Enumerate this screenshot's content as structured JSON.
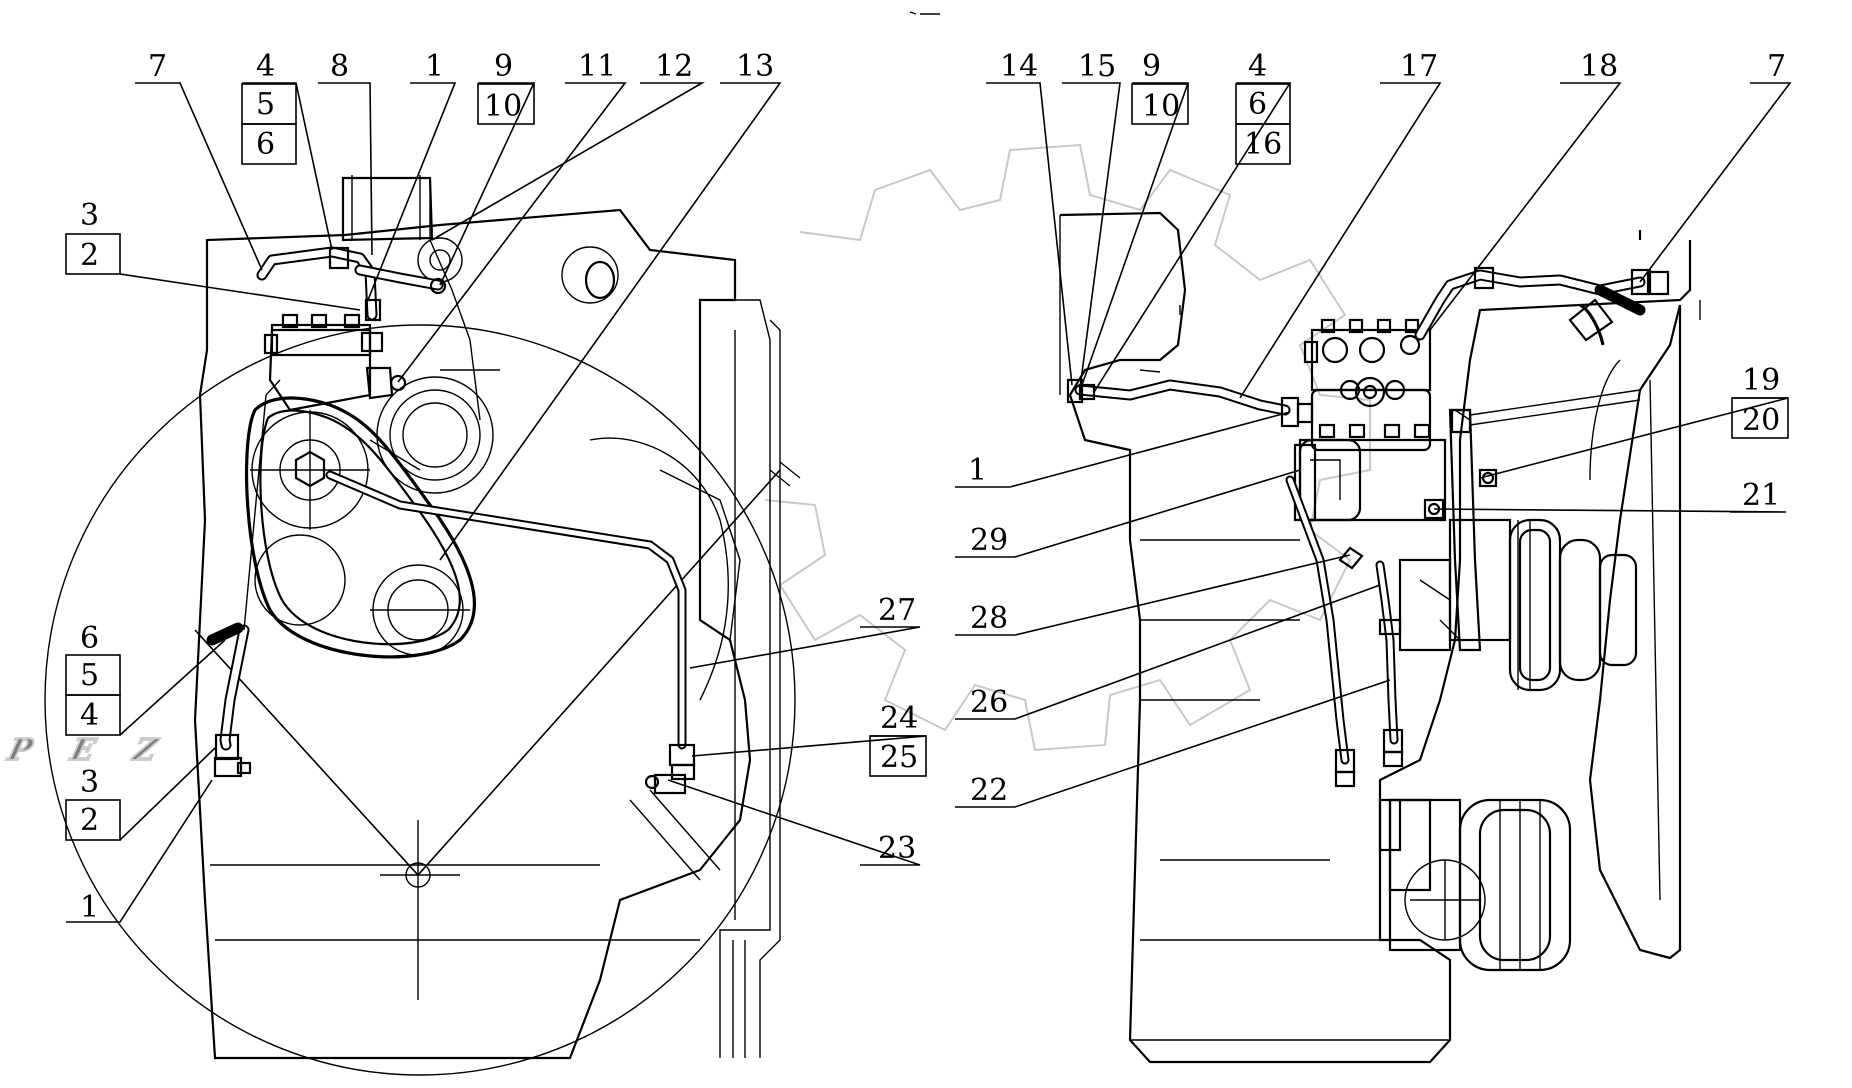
{
  "callouts_left": [
    {
      "id": "7",
      "text": "7"
    },
    {
      "id": "4",
      "text": "4"
    },
    {
      "id": "5",
      "text": "5"
    },
    {
      "id": "6",
      "text": "6"
    },
    {
      "id": "8",
      "text": "8"
    },
    {
      "id": "1",
      "text": "1"
    },
    {
      "id": "9",
      "text": "9"
    },
    {
      "id": "10",
      "text": "10"
    },
    {
      "id": "11",
      "text": "11"
    },
    {
      "id": "12",
      "text": "12"
    },
    {
      "id": "13",
      "text": "13"
    },
    {
      "id": "3a",
      "text": "3"
    },
    {
      "id": "2a",
      "text": "2"
    },
    {
      "id": "6b",
      "text": "6"
    },
    {
      "id": "5b",
      "text": "5"
    },
    {
      "id": "4b",
      "text": "4"
    },
    {
      "id": "3b",
      "text": "3"
    },
    {
      "id": "2b",
      "text": "2"
    },
    {
      "id": "1b",
      "text": "1"
    },
    {
      "id": "27",
      "text": "27"
    },
    {
      "id": "24",
      "text": "24"
    },
    {
      "id": "25",
      "text": "25"
    },
    {
      "id": "23",
      "text": "23"
    }
  ],
  "callouts_right": [
    {
      "id": "14",
      "text": "14"
    },
    {
      "id": "15",
      "text": "15"
    },
    {
      "id": "9r",
      "text": "9"
    },
    {
      "id": "10r",
      "text": "10"
    },
    {
      "id": "4r",
      "text": "4"
    },
    {
      "id": "6r",
      "text": "6"
    },
    {
      "id": "16",
      "text": "16"
    },
    {
      "id": "17",
      "text": "17"
    },
    {
      "id": "18",
      "text": "18"
    },
    {
      "id": "7r",
      "text": "7"
    },
    {
      "id": "19",
      "text": "19"
    },
    {
      "id": "20",
      "text": "20"
    },
    {
      "id": "21",
      "text": "21"
    },
    {
      "id": "1r",
      "text": "1"
    },
    {
      "id": "29",
      "text": "29"
    },
    {
      "id": "28",
      "text": "28"
    },
    {
      "id": "26",
      "text": "26"
    },
    {
      "id": "22",
      "text": "22"
    }
  ],
  "watermark": {
    "text": "DPEZ"
  }
}
